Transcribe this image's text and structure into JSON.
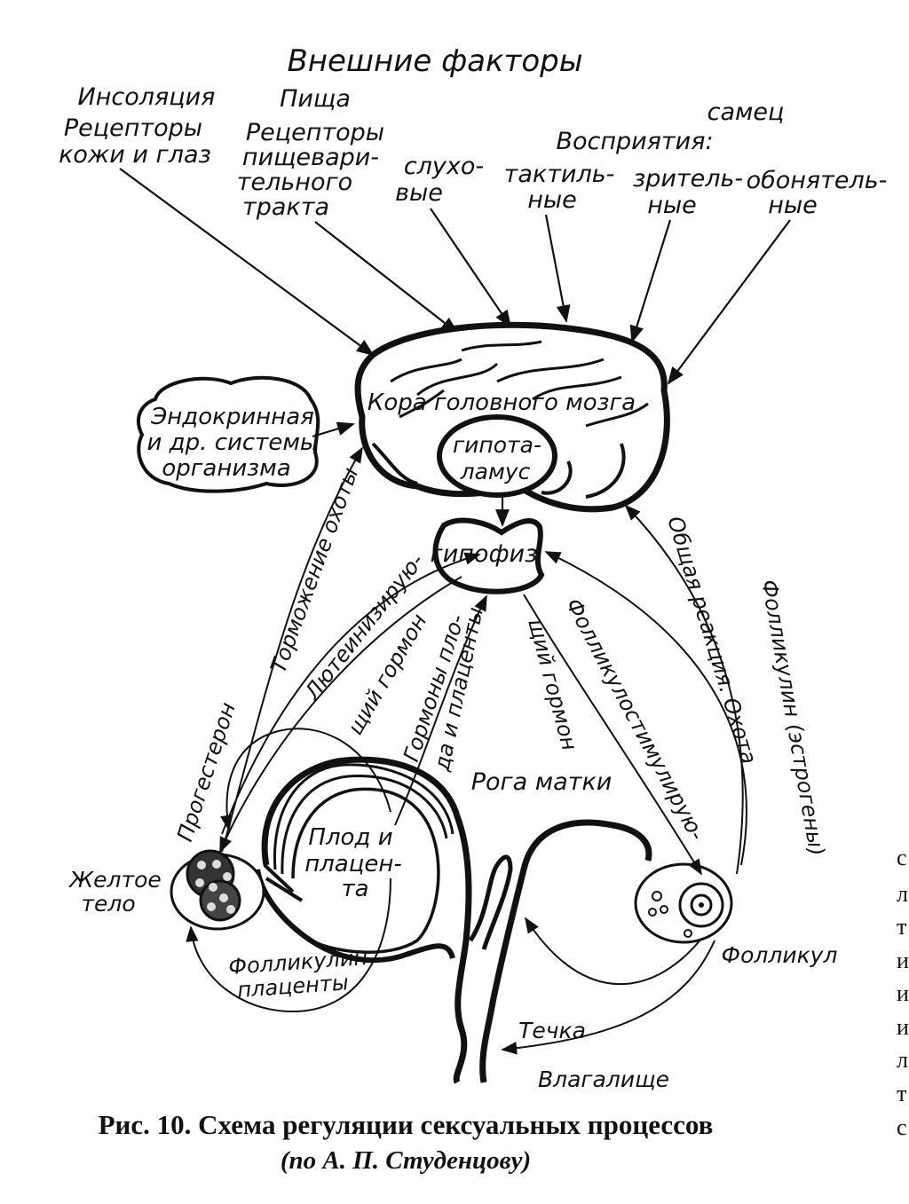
{
  "title": "Внешние факторы",
  "factors": {
    "insolation": "Инсоляция",
    "skin_eye_receptors_1": "Рецепторы",
    "skin_eye_receptors_2": "кожи и глаз",
    "food": "Пища",
    "digestive_receptors_1": "Рецепторы",
    "digestive_receptors_2": "пищевари-",
    "digestive_receptors_3": "тельного",
    "digestive_receptors_4": "тракта",
    "male": "самец",
    "perception": "Восприятия:",
    "auditory_1": "слухо-",
    "auditory_2": "вые",
    "tactile_1": "тактиль-",
    "tactile_2": "ные",
    "visual_1": "зритель-",
    "visual_2": "ные",
    "olfactory_1": "обонятель-",
    "olfactory_2": "ные"
  },
  "nodes": {
    "cortex": "Кора головного мозга",
    "hypothalamus_1": "гипота-",
    "hypothalamus_2": "ламус",
    "pituitary": "гипофиз",
    "endocrine_1": "Эндокринная",
    "endocrine_2": "и др. системы",
    "endocrine_3": "организма",
    "uterine_horns": "Рога матки",
    "fetus_1": "Плод и",
    "fetus_2": "плацен-",
    "fetus_3": "та",
    "corpus_luteum_1": "Желтое",
    "corpus_luteum_2": "тело",
    "follicle": "Фолликул",
    "vagina": "Влагалище"
  },
  "arrow_labels": {
    "estrus_inhibition": "Торможение охоты",
    "luteinizing_1": "Лютеинизирую-",
    "luteinizing_2": "щий гормон",
    "fetal_hormones_1": "Гормоны пло-",
    "fetal_hormones_2": "да и плаценты",
    "progesterone": "Прогестерон",
    "fsh_1": "Фолликулостимулирую-",
    "fsh_2": "щий гормон",
    "general_reaction": "Общая реакция. Охота",
    "folliculin": "Фолликулин (эстрогены)",
    "placenta_folliculin_1": "Фолликулин",
    "placenta_folliculin_2": "плаценты",
    "heat": "Течка"
  },
  "caption": {
    "line1": "Рис. 10. Схема регуляции сексуальных процессов",
    "line2": "(по А. П. Студенцову)"
  },
  "edge_fragments": [
    "с",
    "л",
    "т",
    "и",
    "и",
    "и",
    "л",
    "т",
    "с"
  ]
}
